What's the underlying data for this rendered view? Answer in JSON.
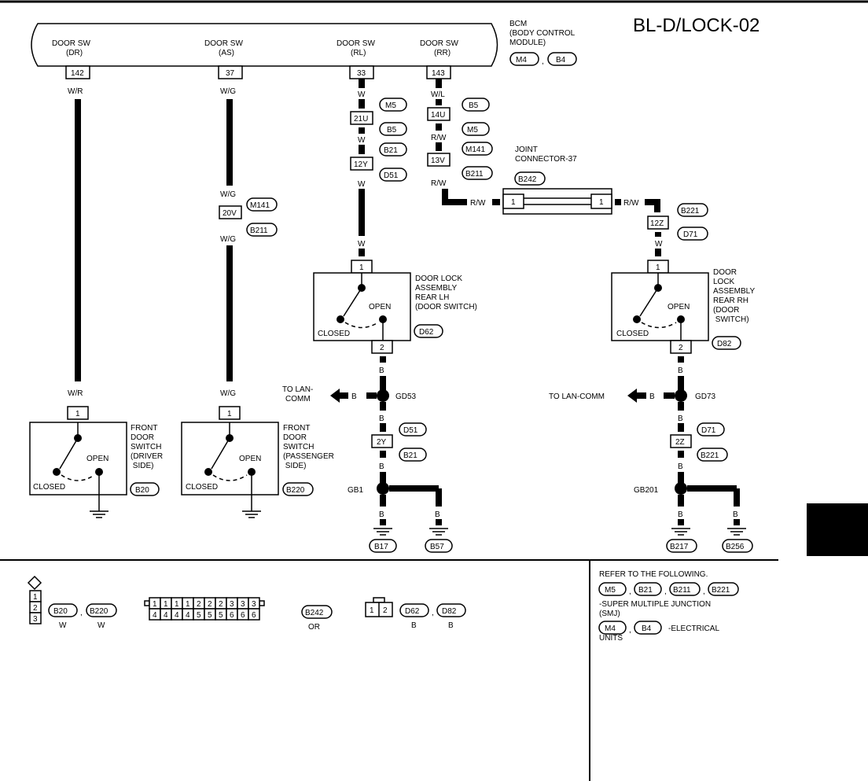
{
  "page_title": "BL-D/LOCK-02",
  "bcm": {
    "title_lines": [
      "BCM",
      "(BODY CONTROL",
      "MODULE)"
    ],
    "connectors": [
      "M4",
      "B4"
    ],
    "switches": [
      {
        "line1": "DOOR SW",
        "line2": "(DR)",
        "pin": "142"
      },
      {
        "line1": "DOOR SW",
        "line2": "(AS)",
        "pin": "37"
      },
      {
        "line1": "DOOR SW",
        "line2": "(RL)",
        "pin": "33"
      },
      {
        "line1": "DOOR SW",
        "line2": "(RR)",
        "pin": "143"
      }
    ]
  },
  "wire_colors": {
    "wr": "W/R",
    "wg": "W/G",
    "w": "W",
    "wl": "W/L",
    "rw": "R/W",
    "b": "B"
  },
  "inline_connectors": {
    "c21u": {
      "pin": "21U",
      "refs": [
        "M5",
        "B5"
      ]
    },
    "c12y": {
      "pin": "12Y",
      "refs": [
        "B21",
        "D51"
      ]
    },
    "c14u": {
      "pin": "14U",
      "refs": [
        "B5",
        "M5"
      ]
    },
    "c13v": {
      "pin": "13V",
      "refs": [
        "M141",
        "B211"
      ]
    },
    "c20v": {
      "pin": "20V",
      "refs": [
        "M141",
        "B211"
      ]
    },
    "c12z": {
      "pin": "12Z",
      "refs": [
        "B221",
        "D71"
      ]
    },
    "c2y": {
      "pin": "2Y",
      "refs": [
        "D51",
        "B21"
      ]
    },
    "c2z": {
      "pin": "2Z",
      "refs": [
        "D71",
        "B221"
      ]
    }
  },
  "joint_connector": {
    "lines": [
      "JOINT",
      "CONNECTOR-37"
    ],
    "ref": "B242",
    "pin_left": "1",
    "pin_right": "1"
  },
  "components": {
    "front_dr": {
      "lines": [
        "FRONT",
        "DOOR",
        "SWITCH",
        "(DRIVER",
        " SIDE)"
      ],
      "ref": "B20",
      "pin": "1",
      "open": "OPEN",
      "closed": "CLOSED"
    },
    "front_as": {
      "lines": [
        "FRONT",
        "DOOR",
        "SWITCH",
        "(PASSENGER",
        " SIDE)"
      ],
      "ref": "B220",
      "pin": "1",
      "open": "OPEN",
      "closed": "CLOSED"
    },
    "rear_lh": {
      "lines": [
        "DOOR LOCK",
        "ASSEMBLY",
        "REAR LH",
        "(DOOR SWITCH)"
      ],
      "ref": "D62",
      "pin_top": "1",
      "pin_bottom": "2",
      "open": "OPEN",
      "closed": "CLOSED"
    },
    "rear_rh": {
      "lines": [
        "DOOR",
        "LOCK",
        "ASSEMBLY",
        "REAR RH",
        "(DOOR",
        " SWITCH)"
      ],
      "ref": "D82",
      "pin_top": "1",
      "pin_bottom": "2",
      "open": "OPEN",
      "closed": "CLOSED"
    }
  },
  "splices": {
    "gd53": {
      "name": "GD53",
      "to_lines": [
        "TO LAN-",
        "COMM"
      ]
    },
    "gd73": {
      "name": "GD73",
      "to_text": "TO LAN-COMM"
    },
    "gb1": {
      "name": "GB1"
    },
    "gb201": {
      "name": "GB201"
    }
  },
  "grounds": [
    "B17",
    "B57",
    "B217",
    "B256"
  ],
  "legend": {
    "conn3": {
      "pins": [
        "1",
        "2",
        "3"
      ],
      "refs": [
        "B20",
        "B220"
      ],
      "colors": [
        "W",
        "W"
      ]
    },
    "conn_b242": {
      "top_row": [
        "1",
        "1",
        "1",
        "1",
        "2",
        "2",
        "2",
        "3",
        "3",
        "3"
      ],
      "bottom_row": [
        "4",
        "4",
        "4",
        "4",
        "5",
        "5",
        "5",
        "6",
        "6",
        "6"
      ],
      "ref": "B242",
      "color": "OR"
    },
    "conn2": {
      "pins": [
        "1",
        "2"
      ],
      "refs": [
        "D62",
        "D82"
      ],
      "colors": [
        "B",
        "B"
      ]
    }
  },
  "refer": {
    "heading": "REFER TO THE FOLLOWING.",
    "smj_refs": [
      "M5",
      "B21",
      "B211",
      "B221"
    ],
    "smj_text_lines": [
      "-SUPER MULTIPLE JUNCTION",
      "(SMJ)"
    ],
    "elec_refs": [
      "M4",
      "B4"
    ],
    "elec_text_lines": [
      "-ELECTRICAL",
      "UNITS"
    ]
  }
}
